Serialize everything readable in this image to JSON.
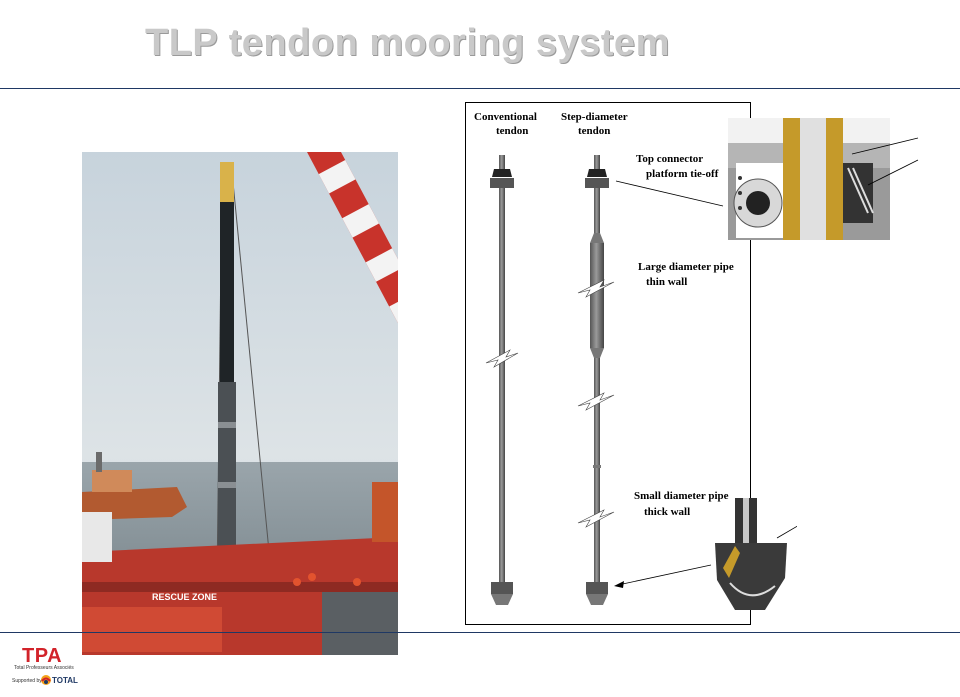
{
  "title": "TLP tendon mooring system",
  "diagram": {
    "col_conventional": [
      "Conventional",
      "tendon"
    ],
    "col_step": [
      "Step-diameter",
      "tendon"
    ],
    "top_connector": [
      "Top connector",
      "platform tie-off"
    ],
    "large_pipe": [
      "Large diameter pipe",
      "thin wall"
    ],
    "small_pipe": [
      "Small diameter pipe",
      "thick wall"
    ]
  },
  "photo": {
    "hull_text": "RESCUE ZONE"
  },
  "logo": {
    "name": "TPA",
    "subtitle": "Total Professeurs Associés",
    "supported": "Supported by",
    "brand": "TOTAL"
  },
  "colors": {
    "title": "#c9c9c9",
    "rule": "#1f3864",
    "logo_red": "#d2232a"
  }
}
